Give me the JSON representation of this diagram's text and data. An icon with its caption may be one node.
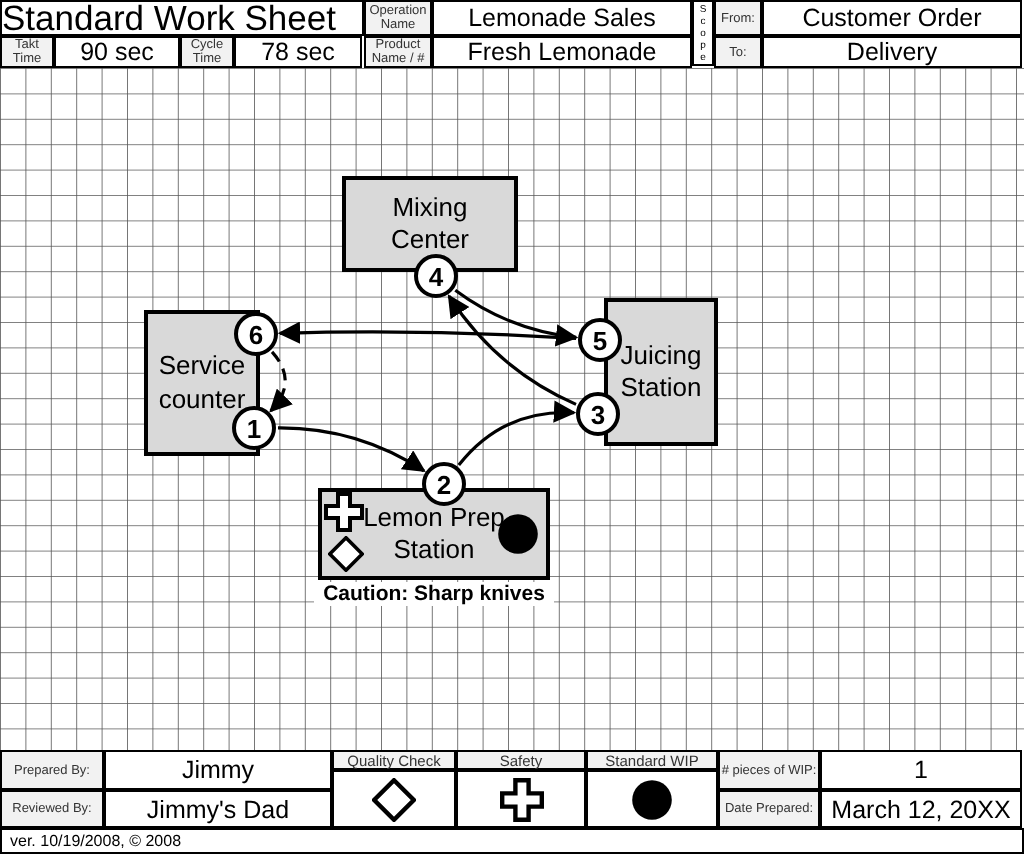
{
  "diagram": {
    "title": "Standard Work Sheet",
    "nodes": [
      {
        "text": [
          "Mixing Center"
        ]
      },
      {
        "text": [
          "4"
        ]
      },
      {
        "text": [
          "Service counter"
        ]
      },
      {
        "text": [
          "6"
        ]
      },
      {
        "text": [
          "1"
        ]
      },
      {
        "text": [
          "Juicing Station"
        ]
      },
      {
        "text": [
          "5"
        ]
      },
      {
        "text": [
          "3"
        ]
      },
      {
        "text": [
          "2"
        ]
      },
      {
        "text": [
          "Lemon Prep Station"
        ],
        "beside": [
          "Caution: Sharp knives"
        ]
      }
    ],
    "edges": [
      {
        "from": 4,
        "to": 8,
        "arrow": "to"
      },
      {
        "from": 8,
        "to": 7,
        "arrow": "to"
      },
      {
        "from": 7,
        "to": 1,
        "arrow": "to"
      },
      {
        "from": 1,
        "to": 6,
        "arrow": "to"
      },
      {
        "from": 6,
        "to": 3,
        "arrow": "to"
      },
      {
        "from": 3,
        "to": 4,
        "arrow": "to",
        "style": "dashed"
      }
    ],
    "labels": [
      "Operation Name",
      "Lemonade Sales",
      "Scope",
      "From:",
      "Customer Order",
      "Takt Time",
      "90 sec",
      "Cycle Time",
      "78 sec",
      "Product Name / #",
      "Fresh Lemonade",
      "To:",
      "Delivery",
      "Prepared By:",
      "Jimmy",
      "# pieces of WIP:",
      "1",
      "Reviewed By:",
      "Jimmy's Dad",
      "Date Prepared:",
      "March 12, 20XX",
      "ver. 10/19/2008, © 2008"
    ],
    "legend": [
      {
        "text": "Quality Check"
      },
      {
        "text": "Safety"
      },
      {
        "text": "Standard WIP"
      }
    ]
  }
}
